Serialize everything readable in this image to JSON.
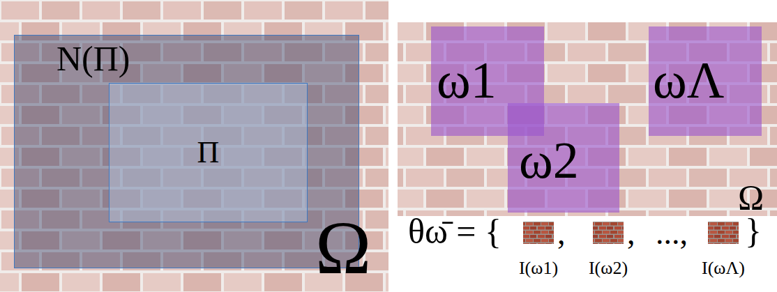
{
  "diagram": {
    "nodes": [
      {
        "text": [
          "N(Π)"
        ]
      },
      {
        "text": [
          "Π"
        ],
        "in": 0
      },
      {
        "text": [
          "ω1"
        ]
      },
      {
        "text": [
          "ω2"
        ]
      },
      {
        "text": [
          "ωΛ"
        ]
      }
    ],
    "labels": [
      "Ω",
      "Ω",
      "θω̄ = {",
      ",",
      ",",
      "...,",
      "}",
      "I(ω1)",
      "I(ω2)",
      "I(ωΛ)"
    ]
  }
}
